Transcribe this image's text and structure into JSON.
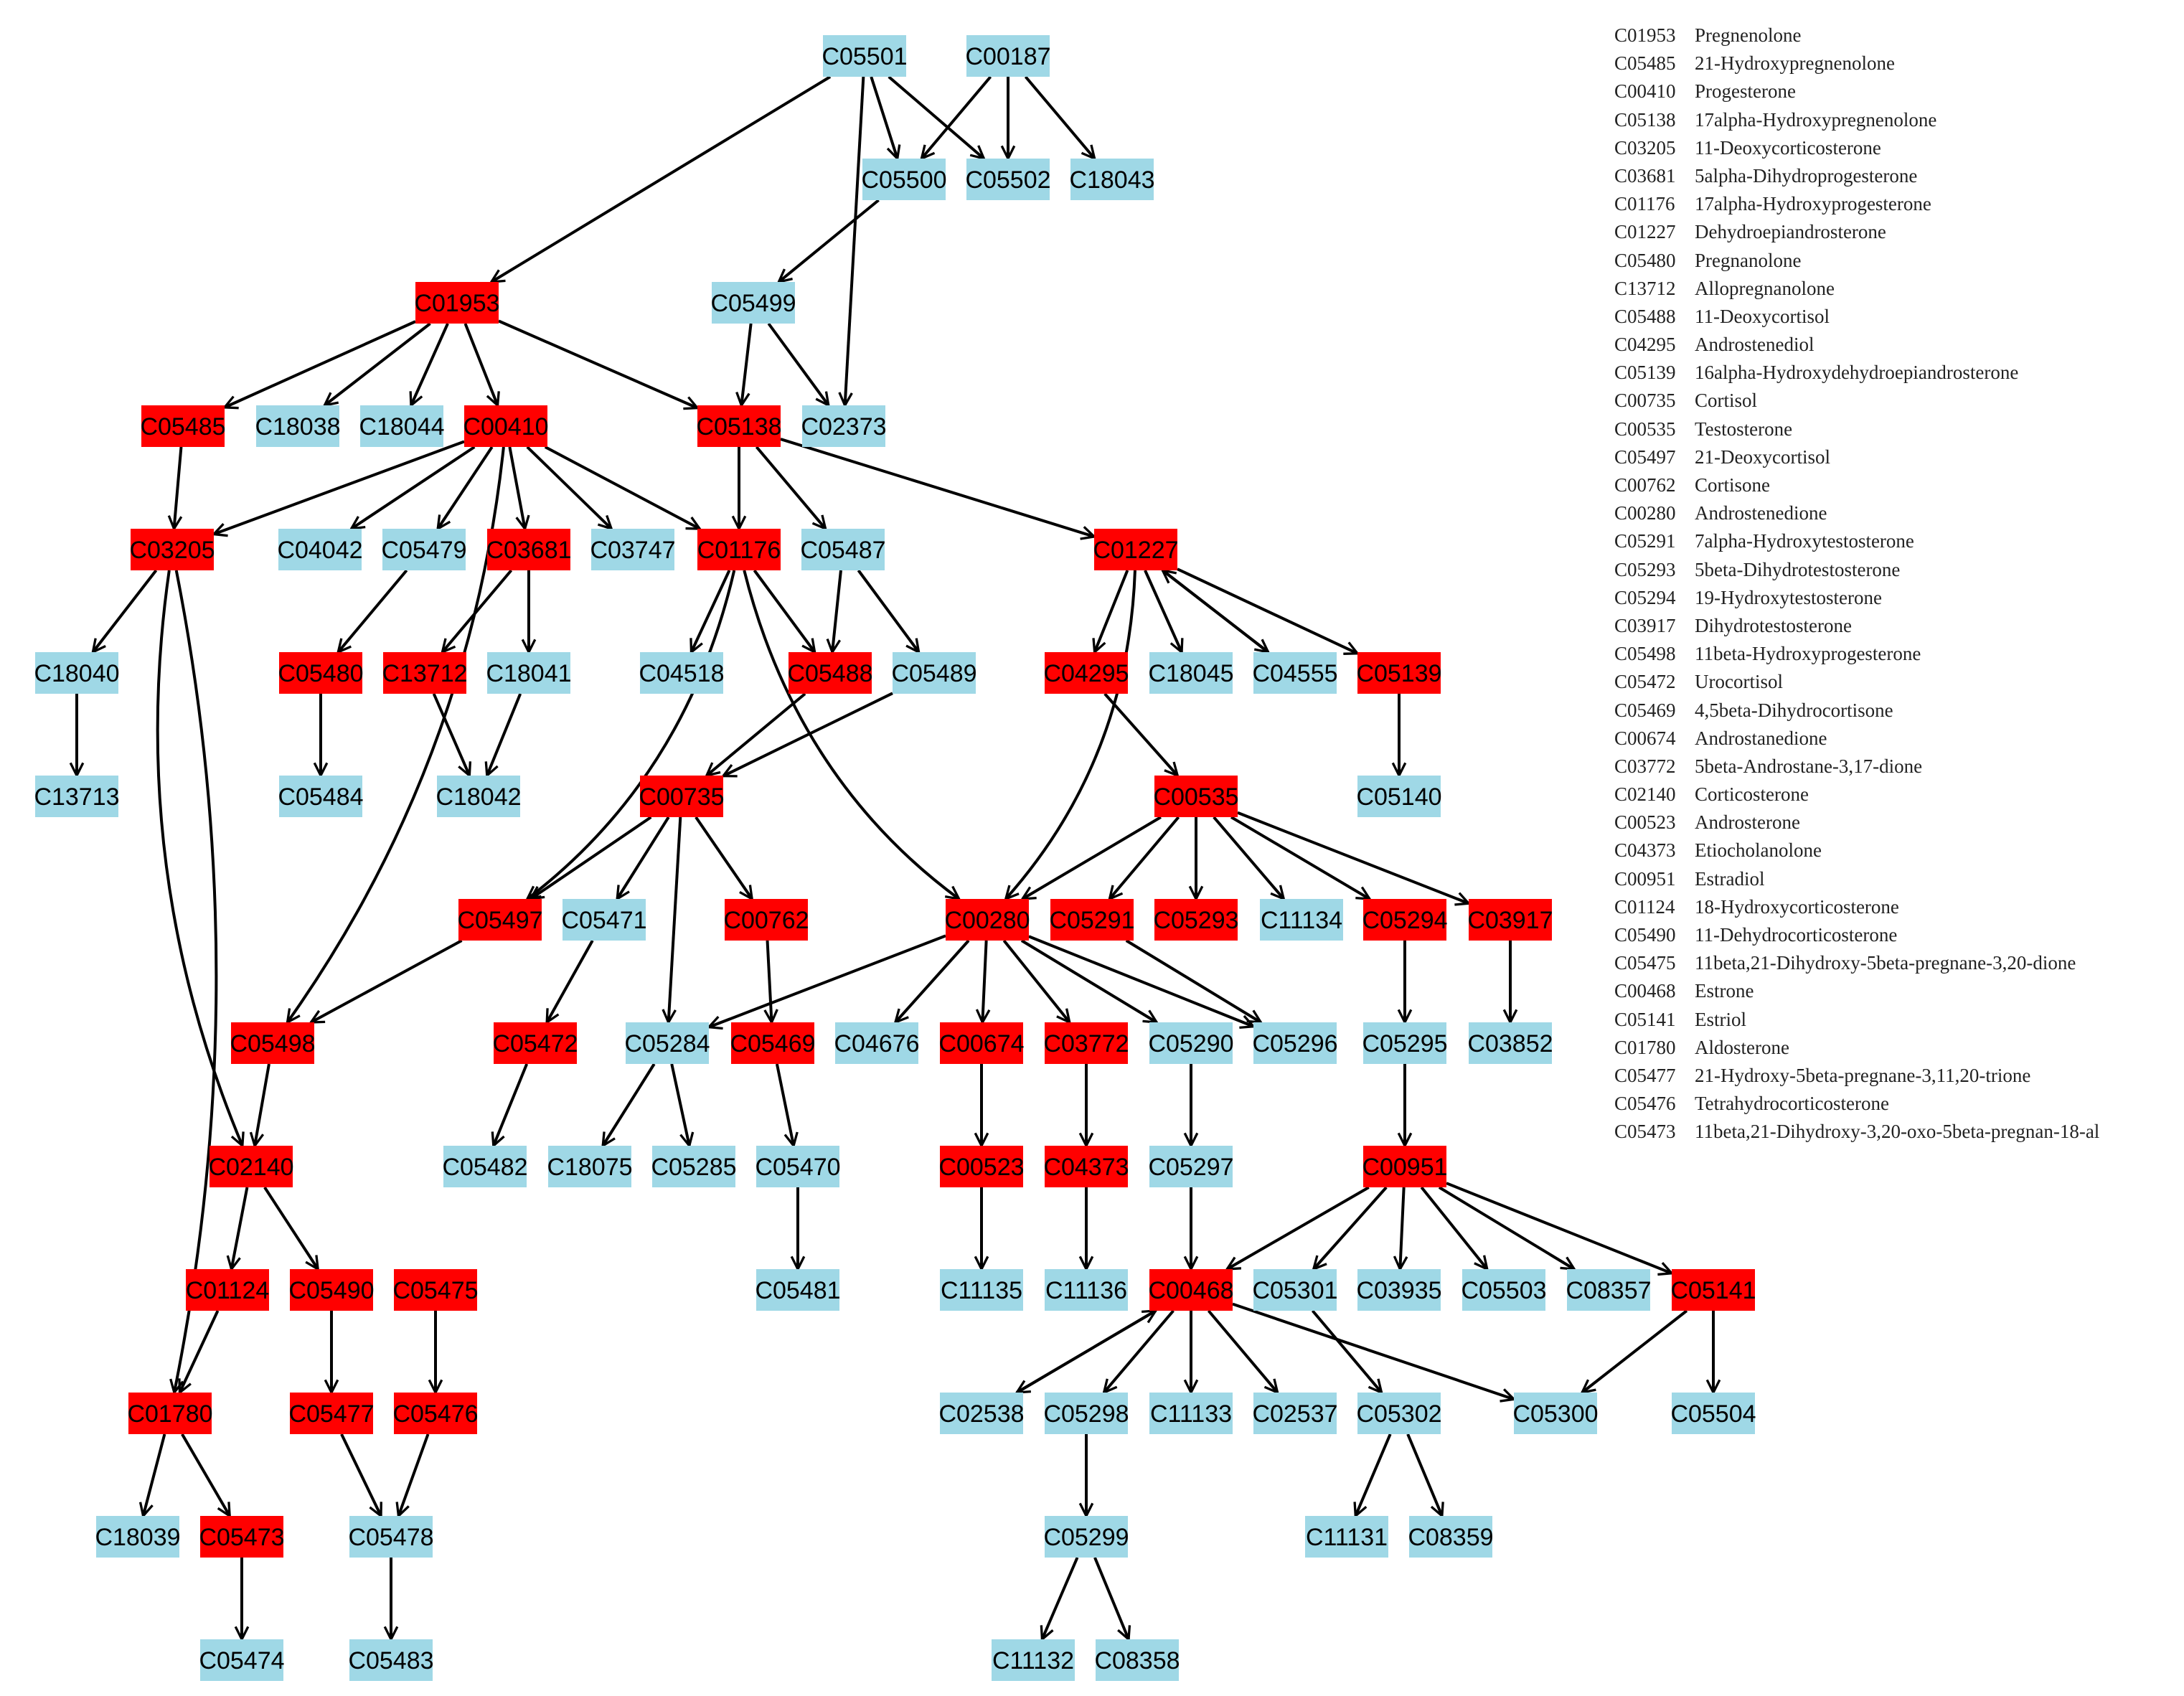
{
  "colors": {
    "highlight": "#ff0000",
    "normal": "#9fd8e6",
    "edge": "#000000"
  },
  "nodes": [
    {
      "id": "C05501",
      "hl": false
    },
    {
      "id": "C00187",
      "hl": false
    },
    {
      "id": "C05500",
      "hl": false
    },
    {
      "id": "C05502",
      "hl": false
    },
    {
      "id": "C18043",
      "hl": false
    },
    {
      "id": "C01953",
      "hl": true
    },
    {
      "id": "C05499",
      "hl": false
    },
    {
      "id": "C05485",
      "hl": true
    },
    {
      "id": "C18038",
      "hl": false
    },
    {
      "id": "C18044",
      "hl": false
    },
    {
      "id": "C00410",
      "hl": true
    },
    {
      "id": "C05138",
      "hl": true
    },
    {
      "id": "C02373",
      "hl": false
    },
    {
      "id": "C03205",
      "hl": true
    },
    {
      "id": "C04042",
      "hl": false
    },
    {
      "id": "C05479",
      "hl": false
    },
    {
      "id": "C03681",
      "hl": true
    },
    {
      "id": "C03747",
      "hl": false
    },
    {
      "id": "C01176",
      "hl": true
    },
    {
      "id": "C05487",
      "hl": false
    },
    {
      "id": "C01227",
      "hl": true
    },
    {
      "id": "C18040",
      "hl": false
    },
    {
      "id": "C05480",
      "hl": true
    },
    {
      "id": "C13712",
      "hl": true
    },
    {
      "id": "C18041",
      "hl": false
    },
    {
      "id": "C04518",
      "hl": false
    },
    {
      "id": "C05488",
      "hl": true
    },
    {
      "id": "C05489",
      "hl": false
    },
    {
      "id": "C04295",
      "hl": true
    },
    {
      "id": "C18045",
      "hl": false
    },
    {
      "id": "C04555",
      "hl": false
    },
    {
      "id": "C05139",
      "hl": true
    },
    {
      "id": "C13713",
      "hl": false
    },
    {
      "id": "C05484",
      "hl": false
    },
    {
      "id": "C18042",
      "hl": false
    },
    {
      "id": "C00735",
      "hl": true
    },
    {
      "id": "C00535",
      "hl": true
    },
    {
      "id": "C05140",
      "hl": false
    },
    {
      "id": "C05497",
      "hl": true
    },
    {
      "id": "C05471",
      "hl": false
    },
    {
      "id": "C00762",
      "hl": true
    },
    {
      "id": "C00280",
      "hl": true
    },
    {
      "id": "C05291",
      "hl": true
    },
    {
      "id": "C05293",
      "hl": true
    },
    {
      "id": "C11134",
      "hl": false
    },
    {
      "id": "C05294",
      "hl": true
    },
    {
      "id": "C03917",
      "hl": true
    },
    {
      "id": "C05498",
      "hl": true
    },
    {
      "id": "C05472",
      "hl": true
    },
    {
      "id": "C05284",
      "hl": false
    },
    {
      "id": "C05469",
      "hl": true
    },
    {
      "id": "C04676",
      "hl": false
    },
    {
      "id": "C00674",
      "hl": true
    },
    {
      "id": "C03772",
      "hl": true
    },
    {
      "id": "C05290",
      "hl": false
    },
    {
      "id": "C05296",
      "hl": false
    },
    {
      "id": "C05295",
      "hl": false
    },
    {
      "id": "C03852",
      "hl": false
    },
    {
      "id": "C02140",
      "hl": true
    },
    {
      "id": "C05482",
      "hl": false
    },
    {
      "id": "C18075",
      "hl": false
    },
    {
      "id": "C05285",
      "hl": false
    },
    {
      "id": "C05470",
      "hl": false
    },
    {
      "id": "C00523",
      "hl": true
    },
    {
      "id": "C04373",
      "hl": true
    },
    {
      "id": "C05297",
      "hl": false
    },
    {
      "id": "C00951",
      "hl": true
    },
    {
      "id": "C01124",
      "hl": true
    },
    {
      "id": "C05490",
      "hl": true
    },
    {
      "id": "C05475",
      "hl": true
    },
    {
      "id": "C05481",
      "hl": false
    },
    {
      "id": "C11135",
      "hl": false
    },
    {
      "id": "C11136",
      "hl": false
    },
    {
      "id": "C00468",
      "hl": true
    },
    {
      "id": "C05301",
      "hl": false
    },
    {
      "id": "C03935",
      "hl": false
    },
    {
      "id": "C05503",
      "hl": false
    },
    {
      "id": "C08357",
      "hl": false
    },
    {
      "id": "C05141",
      "hl": true
    },
    {
      "id": "C01780",
      "hl": true
    },
    {
      "id": "C05477",
      "hl": true
    },
    {
      "id": "C05476",
      "hl": true
    },
    {
      "id": "C02538",
      "hl": false
    },
    {
      "id": "C05298",
      "hl": false
    },
    {
      "id": "C11133",
      "hl": false
    },
    {
      "id": "C02537",
      "hl": false
    },
    {
      "id": "C05302",
      "hl": false
    },
    {
      "id": "C05300",
      "hl": false
    },
    {
      "id": "C05504",
      "hl": false
    },
    {
      "id": "C18039",
      "hl": false
    },
    {
      "id": "C05473",
      "hl": true
    },
    {
      "id": "C05478",
      "hl": false
    },
    {
      "id": "C05299",
      "hl": false
    },
    {
      "id": "C11131",
      "hl": false
    },
    {
      "id": "C08359",
      "hl": false
    },
    {
      "id": "C05474",
      "hl": false
    },
    {
      "id": "C05483",
      "hl": false
    },
    {
      "id": "C11132",
      "hl": false
    },
    {
      "id": "C08358",
      "hl": false
    }
  ],
  "edges": [
    [
      "C05501",
      "C01953"
    ],
    [
      "C05501",
      "C05500"
    ],
    [
      "C05501",
      "C05502"
    ],
    [
      "C05501",
      "C02373"
    ],
    [
      "C00187",
      "C05500"
    ],
    [
      "C00187",
      "C05502"
    ],
    [
      "C00187",
      "C18043"
    ],
    [
      "C05500",
      "C05499"
    ],
    [
      "C05499",
      "C05138"
    ],
    [
      "C05499",
      "C02373"
    ],
    [
      "C01953",
      "C05485"
    ],
    [
      "C01953",
      "C18038"
    ],
    [
      "C01953",
      "C18044"
    ],
    [
      "C01953",
      "C00410"
    ],
    [
      "C01953",
      "C05138"
    ],
    [
      "C05485",
      "C03205"
    ],
    [
      "C00410",
      "C03205"
    ],
    [
      "C00410",
      "C05498"
    ],
    [
      "C00410",
      "C04042"
    ],
    [
      "C00410",
      "C05479"
    ],
    [
      "C00410",
      "C03681"
    ],
    [
      "C00410",
      "C03747"
    ],
    [
      "C00410",
      "C01176"
    ],
    [
      "C05138",
      "C01176"
    ],
    [
      "C05138",
      "C05487"
    ],
    [
      "C05138",
      "C01227"
    ],
    [
      "C03205",
      "C18040"
    ],
    [
      "C03205",
      "C02140"
    ],
    [
      "C03205",
      "C01780"
    ],
    [
      "C18040",
      "C13713"
    ],
    [
      "C05479",
      "C05480"
    ],
    [
      "C05480",
      "C05484"
    ],
    [
      "C03681",
      "C13712"
    ],
    [
      "C03681",
      "C18041"
    ],
    [
      "C13712",
      "C18042"
    ],
    [
      "C18041",
      "C18042"
    ],
    [
      "C01176",
      "C05497"
    ],
    [
      "C01176",
      "C04518"
    ],
    [
      "C01176",
      "C05488"
    ],
    [
      "C01176",
      "C00280"
    ],
    [
      "C05487",
      "C05488"
    ],
    [
      "C05487",
      "C05489"
    ],
    [
      "C05488",
      "C00735"
    ],
    [
      "C05489",
      "C00735"
    ],
    [
      "C01227",
      "C00280"
    ],
    [
      "C01227",
      "C04295"
    ],
    [
      "C01227",
      "C18045"
    ],
    [
      "C01227",
      "C04555"
    ],
    [
      "C04555",
      "C01227"
    ],
    [
      "C01227",
      "C05139"
    ],
    [
      "C04295",
      "C00535"
    ],
    [
      "C05139",
      "C05140"
    ],
    [
      "C00735",
      "C05497"
    ],
    [
      "C00735",
      "C05471"
    ],
    [
      "C00735",
      "C05284"
    ],
    [
      "C00735",
      "C00762"
    ],
    [
      "C00535",
      "C00280"
    ],
    [
      "C00535",
      "C05291"
    ],
    [
      "C00535",
      "C05293"
    ],
    [
      "C00535",
      "C11134"
    ],
    [
      "C00535",
      "C05294"
    ],
    [
      "C00535",
      "C03917"
    ],
    [
      "C05497",
      "C05498"
    ],
    [
      "C05471",
      "C05472"
    ],
    [
      "C00762",
      "C05469"
    ],
    [
      "C00280",
      "C05284"
    ],
    [
      "C00280",
      "C04676"
    ],
    [
      "C00280",
      "C00674"
    ],
    [
      "C00280",
      "C03772"
    ],
    [
      "C00280",
      "C05290"
    ],
    [
      "C00280",
      "C05296"
    ],
    [
      "C05291",
      "C05296"
    ],
    [
      "C05294",
      "C05295"
    ],
    [
      "C03917",
      "C03852"
    ],
    [
      "C05498",
      "C02140"
    ],
    [
      "C05472",
      "C05482"
    ],
    [
      "C05284",
      "C18075"
    ],
    [
      "C05284",
      "C05285"
    ],
    [
      "C05469",
      "C05470"
    ],
    [
      "C00674",
      "C00523"
    ],
    [
      "C03772",
      "C04373"
    ],
    [
      "C05290",
      "C05297"
    ],
    [
      "C05295",
      "C00951"
    ],
    [
      "C02140",
      "C01124"
    ],
    [
      "C02140",
      "C05490"
    ],
    [
      "C05470",
      "C05481"
    ],
    [
      "C00523",
      "C11135"
    ],
    [
      "C04373",
      "C11136"
    ],
    [
      "C05297",
      "C00468"
    ],
    [
      "C00951",
      "C00468"
    ],
    [
      "C00951",
      "C05301"
    ],
    [
      "C00951",
      "C03935"
    ],
    [
      "C00951",
      "C05503"
    ],
    [
      "C00951",
      "C08357"
    ],
    [
      "C00951",
      "C05141"
    ],
    [
      "C01124",
      "C01780"
    ],
    [
      "C05490",
      "C05477"
    ],
    [
      "C05475",
      "C05476"
    ],
    [
      "C00468",
      "C02538"
    ],
    [
      "C02538",
      "C00468"
    ],
    [
      "C00468",
      "C05298"
    ],
    [
      "C00468",
      "C11133"
    ],
    [
      "C00468",
      "C02537"
    ],
    [
      "C00468",
      "C05300"
    ],
    [
      "C05301",
      "C05302"
    ],
    [
      "C05141",
      "C05300"
    ],
    [
      "C05141",
      "C05504"
    ],
    [
      "C01780",
      "C18039"
    ],
    [
      "C01780",
      "C05473"
    ],
    [
      "C05477",
      "C05478"
    ],
    [
      "C05476",
      "C05478"
    ],
    [
      "C05298",
      "C05299"
    ],
    [
      "C05302",
      "C11131"
    ],
    [
      "C05302",
      "C08359"
    ],
    [
      "C05473",
      "C05474"
    ],
    [
      "C05478",
      "C05483"
    ],
    [
      "C05299",
      "C11132"
    ],
    [
      "C05299",
      "C08358"
    ]
  ],
  "legend": [
    {
      "id": "C01953",
      "name": "Pregnenolone"
    },
    {
      "id": "C05485",
      "name": "21-Hydroxypregnenolone"
    },
    {
      "id": "C00410",
      "name": "Progesterone"
    },
    {
      "id": "C05138",
      "name": "17alpha-Hydroxypregnenolone"
    },
    {
      "id": "C03205",
      "name": "11-Deoxycorticosterone"
    },
    {
      "id": "C03681",
      "name": "5alpha-Dihydroprogesterone"
    },
    {
      "id": "C01176",
      "name": "17alpha-Hydroxyprogesterone"
    },
    {
      "id": "C01227",
      "name": "Dehydroepiandrosterone"
    },
    {
      "id": "C05480",
      "name": "Pregnanolone"
    },
    {
      "id": "C13712",
      "name": "Allopregnanolone"
    },
    {
      "id": "C05488",
      "name": "11-Deoxycortisol"
    },
    {
      "id": "C04295",
      "name": "Androstenediol"
    },
    {
      "id": "C05139",
      "name": "16alpha-Hydroxydehydroepiandrosterone"
    },
    {
      "id": "C00735",
      "name": "Cortisol"
    },
    {
      "id": "C00535",
      "name": "Testosterone"
    },
    {
      "id": "C05497",
      "name": "21-Deoxycortisol"
    },
    {
      "id": "C00762",
      "name": "Cortisone"
    },
    {
      "id": "C00280",
      "name": "Androstenedione"
    },
    {
      "id": "C05291",
      "name": "7alpha-Hydroxytestosterone"
    },
    {
      "id": "C05293",
      "name": "5beta-Dihydrotestosterone"
    },
    {
      "id": "C05294",
      "name": "19-Hydroxytestosterone"
    },
    {
      "id": "C03917",
      "name": "Dihydrotestosterone"
    },
    {
      "id": "C05498",
      "name": "11beta-Hydroxyprogesterone"
    },
    {
      "id": "C05472",
      "name": "Urocortisol"
    },
    {
      "id": "C05469",
      "name": "4,5beta-Dihydrocortisone"
    },
    {
      "id": "C00674",
      "name": "Androstanedione"
    },
    {
      "id": "C03772",
      "name": "5beta-Androstane-3,17-dione"
    },
    {
      "id": "C02140",
      "name": "Corticosterone"
    },
    {
      "id": "C00523",
      "name": "Androsterone"
    },
    {
      "id": "C04373",
      "name": "Etiocholanolone"
    },
    {
      "id": "C00951",
      "name": "Estradiol"
    },
    {
      "id": "C01124",
      "name": "18-Hydroxycorticosterone"
    },
    {
      "id": "C05490",
      "name": "11-Dehydrocorticosterone"
    },
    {
      "id": "C05475",
      "name": "11beta,21-Dihydroxy-5beta-pregnane-3,20-dione"
    },
    {
      "id": "C00468",
      "name": "Estrone"
    },
    {
      "id": "C05141",
      "name": "Estriol"
    },
    {
      "id": "C01780",
      "name": "Aldosterone"
    },
    {
      "id": "C05477",
      "name": "21-Hydroxy-5beta-pregnane-3,11,20-trione"
    },
    {
      "id": "C05476",
      "name": "Tetrahydrocorticosterone"
    },
    {
      "id": "C05473",
      "name": "11beta,21-Dihydroxy-3,20-oxo-5beta-pregnan-18-al"
    }
  ]
}
